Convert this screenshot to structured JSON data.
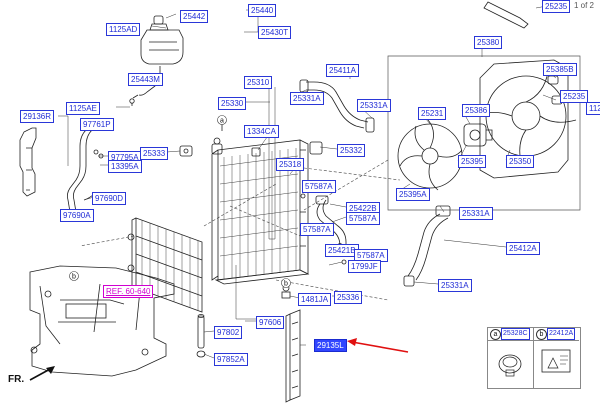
{
  "page_indicator": "1 of 2",
  "direction_label": "FR.",
  "selected_part": "29135L",
  "reference_label": "REF. 60-640",
  "part_labels": {
    "p25440": "25440",
    "p25442": "25442",
    "p1125AD": "1125AD",
    "p25430T": "25430T",
    "p25443M": "25443M",
    "p1125AE": "1125AE",
    "p29136R": "29136R",
    "p97761P": "97761P",
    "p97795A": "97795A",
    "p13395A": "13395A",
    "p97690D": "97690D",
    "p97690A": "97690A",
    "p25310": "25310",
    "p25330": "25330",
    "p25331A_top": "25331A",
    "p25411A": "25411A",
    "p25331A_right": "25331A",
    "p1334CA": "1334CA",
    "p25333": "25333",
    "p25332": "25332",
    "p25318": "25318",
    "p57587A_1": "57587A",
    "p57587A_2": "57587A",
    "p57587A_3": "57587A",
    "p57587A_4": "57587A",
    "p25422B": "25422B",
    "p25421B": "25421B",
    "p1799JF": "1799JF",
    "p1481JA": "1481JA",
    "p25336": "25336",
    "p97606": "97606",
    "p97802": "97802",
    "p97852A": "97852A",
    "p29135L": "29135L",
    "p25380": "25380",
    "p25385B": "25385B",
    "p25235_top": "25235",
    "p25235": "25235",
    "p25231": "25231",
    "p25386": "25386",
    "p25395": "25395",
    "p25350": "25350",
    "p25395A": "25395A",
    "p25331A_low": "25331A",
    "p25412A": "25412A",
    "p25331A_bottom": "25331A",
    "p1125_edge": "112"
  },
  "callouts": {
    "a": "a",
    "b": "b"
  },
  "legend": {
    "a_letter": "a",
    "a_code": "25328C",
    "b_letter": "b",
    "b_code": "22412A"
  },
  "colors": {
    "label_blue": "#1f2bd6",
    "selected_fill": "#3146ff",
    "reference_magenta": "#d000d0",
    "pointer_red": "#e01010"
  }
}
